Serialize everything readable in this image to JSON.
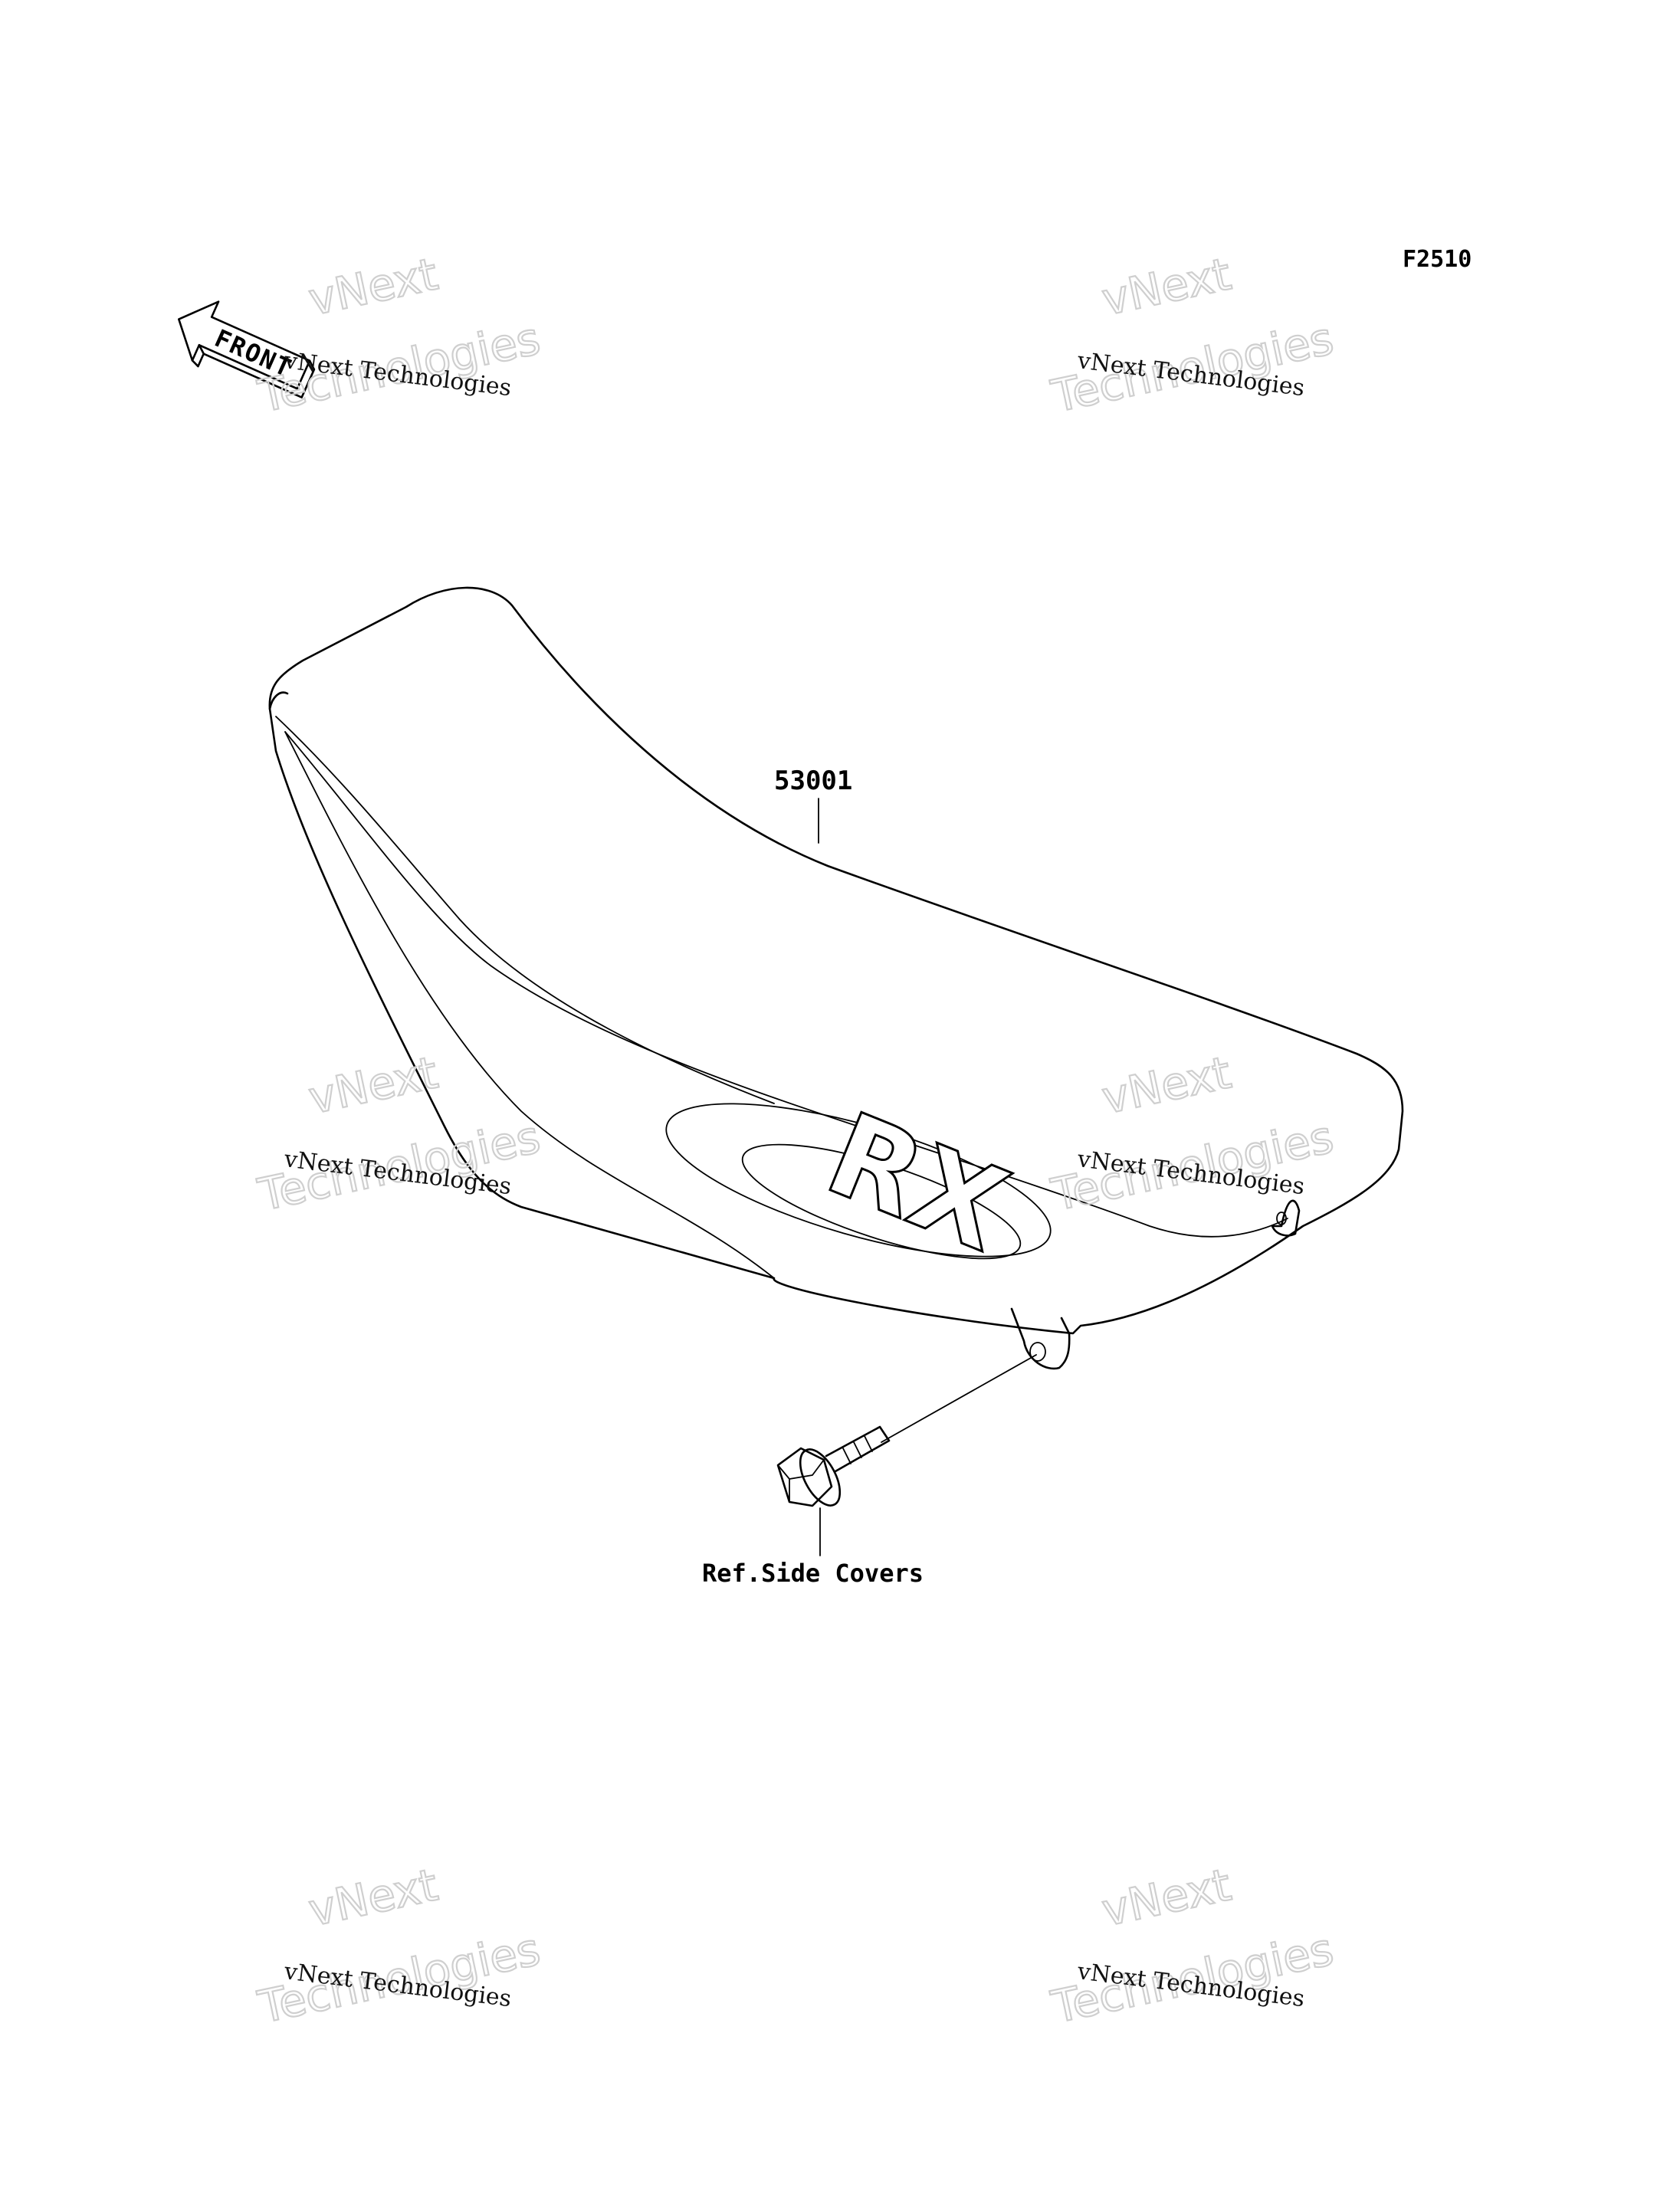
{
  "figure": {
    "code": "F2510"
  },
  "front_indicator": {
    "label": "FRONT"
  },
  "parts": {
    "seat_part_number": "53001",
    "bolt_reference": "Ref.Side Covers",
    "seat_emblem": "RX"
  },
  "watermark": {
    "line1": "vNext",
    "line2": "Technologies",
    "caption": "vNext Technologies"
  }
}
